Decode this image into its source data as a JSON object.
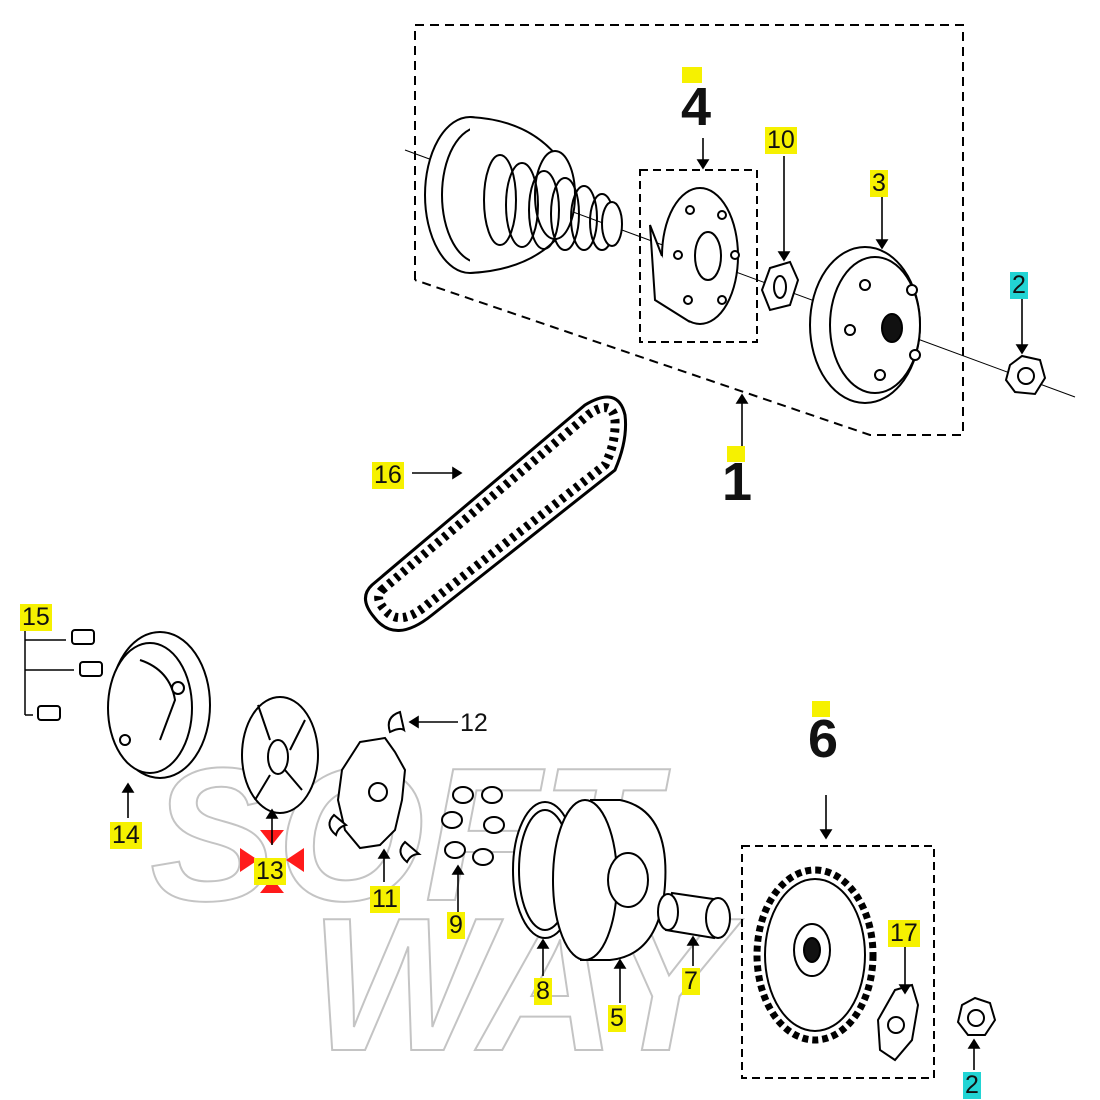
{
  "watermark": {
    "line1": "SOFT",
    "line2": "WAY"
  },
  "labels": {
    "l1": "1",
    "l2a": "2",
    "l2b": "2",
    "l3": "3",
    "l4": "4",
    "l5": "5",
    "l6": "6",
    "l7": "7",
    "l8": "8",
    "l9": "9",
    "l10": "10",
    "l11": "11",
    "l12": "12",
    "l13": "13",
    "l14": "14",
    "l15": "15",
    "l16": "16",
    "l17": "17"
  },
  "colors": {
    "highlight_yellow": "#f6f100",
    "highlight_cyan": "#22d4d4",
    "marker_red": "#ff1a1a"
  }
}
